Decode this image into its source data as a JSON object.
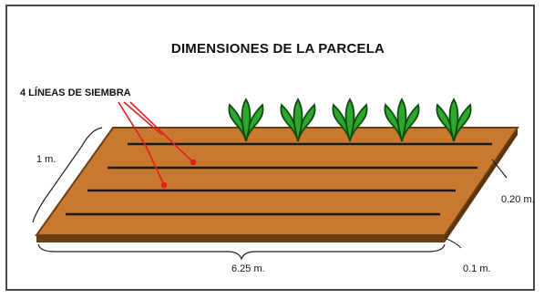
{
  "diagram": {
    "title": "DIMENSIONES DE LA  PARCELA",
    "sowing_lines_label": "4 LÍNEAS DE SIEMBRA",
    "width_label": "1 m.",
    "length_label": "6.25 m.",
    "line_spacing_label": "0.20 m.",
    "edge_margin_label": "0.1 m.",
    "sowing_line_count": 4,
    "plant_count": 5,
    "colors": {
      "plot_top": "#c9792f",
      "plot_edge": "#6b3e12",
      "sowing_line": "#1a1a1a",
      "plant_leaf": "#2fa62f",
      "plant_outline": "#0c4d0c",
      "arrow": "#e02020"
    }
  }
}
